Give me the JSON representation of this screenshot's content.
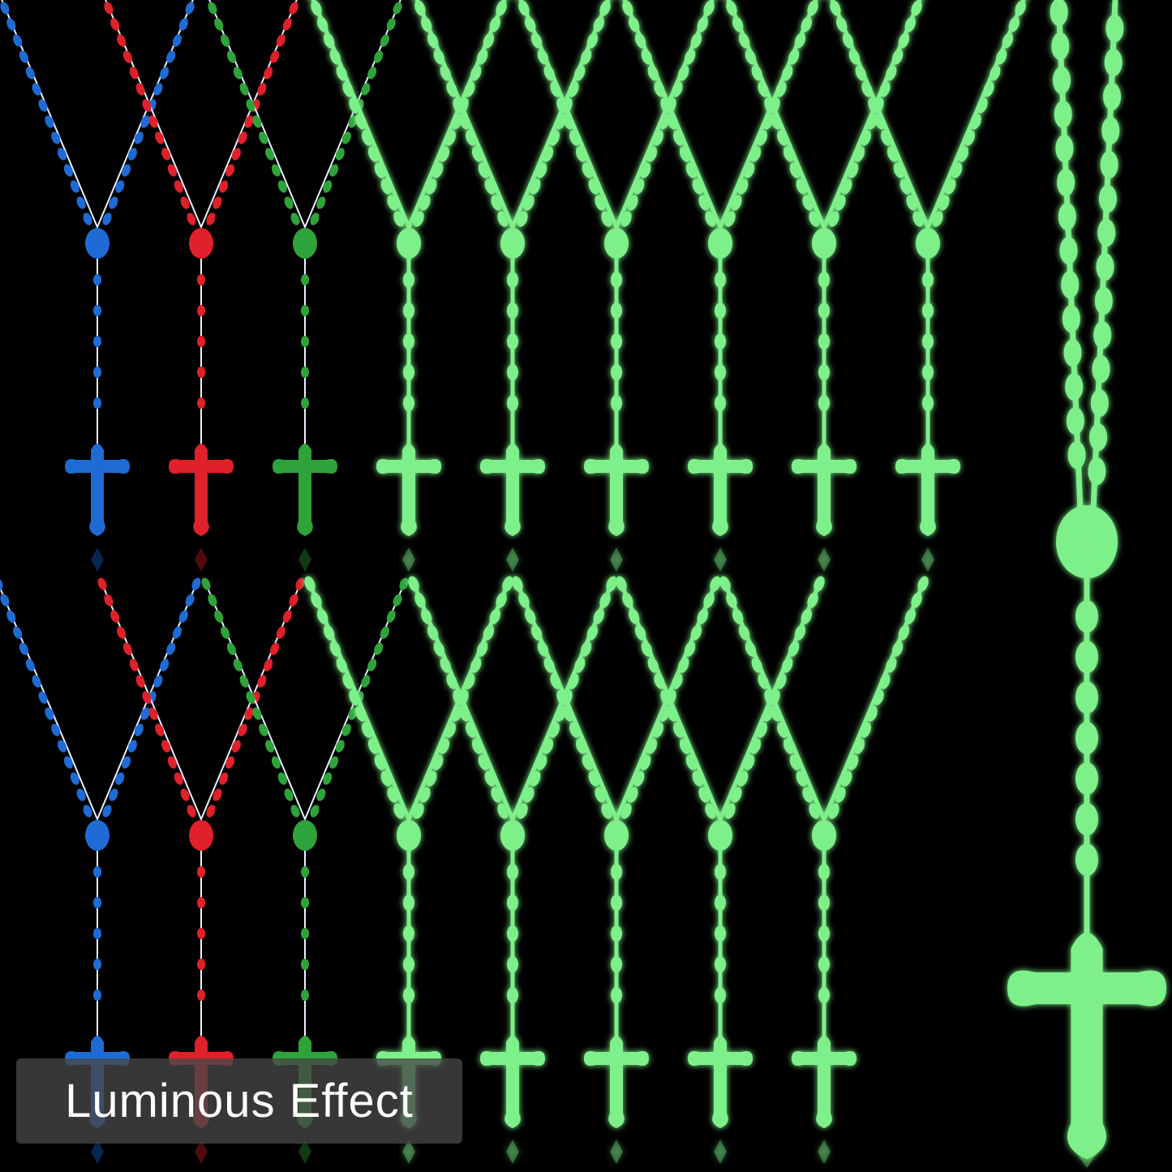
{
  "caption": {
    "text": "Luminous Effect"
  },
  "colors": {
    "background": "#000000",
    "blue": "#1e6bd6",
    "red": "#e0202a",
    "green": "#2ea33a",
    "glow": "#7ef08a",
    "cord": "#e8f0ff"
  },
  "rows": [
    {
      "name": "top-row",
      "rosaries": [
        "blue",
        "red",
        "green",
        "glow",
        "glow",
        "glow",
        "glow",
        "glow",
        "glow"
      ]
    },
    {
      "name": "bottom-row",
      "rosaries": [
        "blue",
        "red",
        "green",
        "glow",
        "glow",
        "glow",
        "glow",
        "glow"
      ]
    }
  ],
  "closeup": {
    "color": "glow"
  }
}
